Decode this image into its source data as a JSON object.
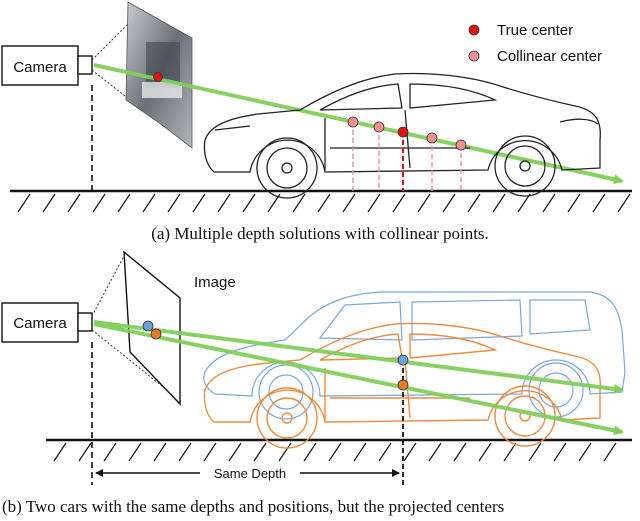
{
  "panel_a": {
    "camera_label": "Camera",
    "legend": [
      {
        "label": "True center",
        "color": "#e01010"
      },
      {
        "label": "Collinear center",
        "color": "#f09090"
      }
    ],
    "caption": "(a) Multiple depth solutions with collinear points."
  },
  "panel_b": {
    "camera_label": "Camera",
    "image_label": "Image",
    "depth_label": "Same Depth",
    "caption": "(b) Two cars with the same depths and positions, but the projected centers"
  },
  "colors": {
    "ray": "#7fcf5a",
    "car_outline": "#222222",
    "car_blue": "#7aa7dd",
    "car_orange": "#f08a3c",
    "true_center": "#e01010",
    "collinear_center": "#f09090",
    "center_blue": "#6fa0dc",
    "center_orange": "#e87a2a"
  }
}
